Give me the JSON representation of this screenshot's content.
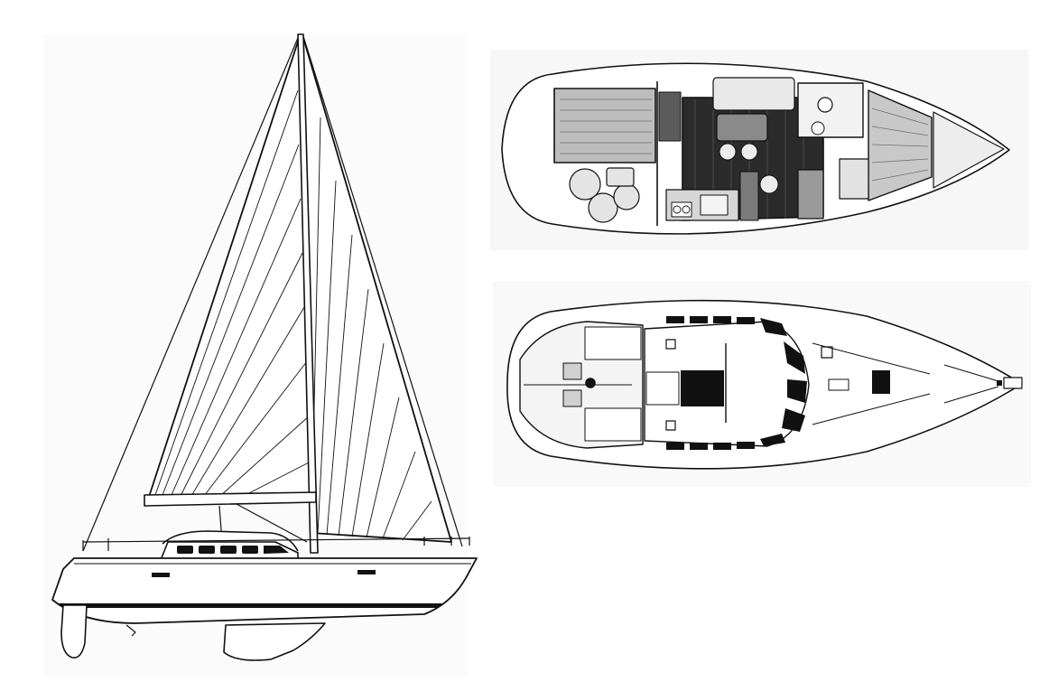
{
  "diagram": {
    "views": [
      "side-profile",
      "interior-layout",
      "deck-plan"
    ],
    "colors": {
      "line": "#111111",
      "background": "#ffffff",
      "panel": "#f8f8f8",
      "dark_fill": "#1a1a1a",
      "mid_fill": "#9a9a9a",
      "light_fill": "#d9d9d9"
    }
  }
}
